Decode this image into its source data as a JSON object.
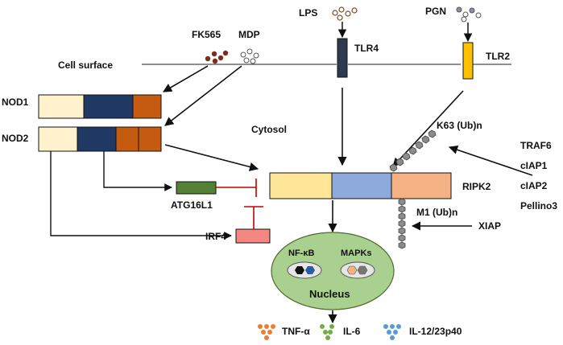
{
  "labels": {
    "cell_surface": "Cell surface",
    "cytosol": "Cytosol",
    "nod1": "NOD1",
    "nod2": "NOD2",
    "fk565": "FK565",
    "mdp": "MDP",
    "lps": "LPS",
    "pgn": "PGN",
    "tlr4": "TLR4",
    "tlr2": "TLR2",
    "ripk2": "RIPK2",
    "atg16l1": "ATG16L1",
    "irf4": "IRF4",
    "k63": "K63 (Ub)n",
    "m1": "M1 (Ub)n",
    "xiap": "XIAP",
    "traf6": "TRAF6",
    "ciap1": "cIAP1",
    "ciap2": "cIAP2",
    "pellino3": "Pellino3",
    "nfkb": "NF-κB",
    "mapks": "MAPKs",
    "nucleus": "Nucleus",
    "tnfa": "TNF-α",
    "il6": "IL-6",
    "il12": "IL-12/23p40"
  },
  "colors": {
    "cream": "#FFF2CC",
    "navy": "#1F3864",
    "rust": "#C55A11",
    "tlr4_fill": "#2E3A4F",
    "tlr2_fill": "#FFC000",
    "ripk2_yellow": "#FFE699",
    "ripk2_blue": "#8EA9DB",
    "ripk2_peach": "#F4B183",
    "atg16l1": "#548235",
    "irf4": "#F4877F",
    "nucleus": "#A9D08E",
    "inhibit": "#C00000",
    "ligand_dark": "#7B2C1E",
    "ligand_light": "#8E8EA8",
    "tnf": "#ED7D31",
    "il6": "#70AD47",
    "il12": "#5B9BD5"
  }
}
